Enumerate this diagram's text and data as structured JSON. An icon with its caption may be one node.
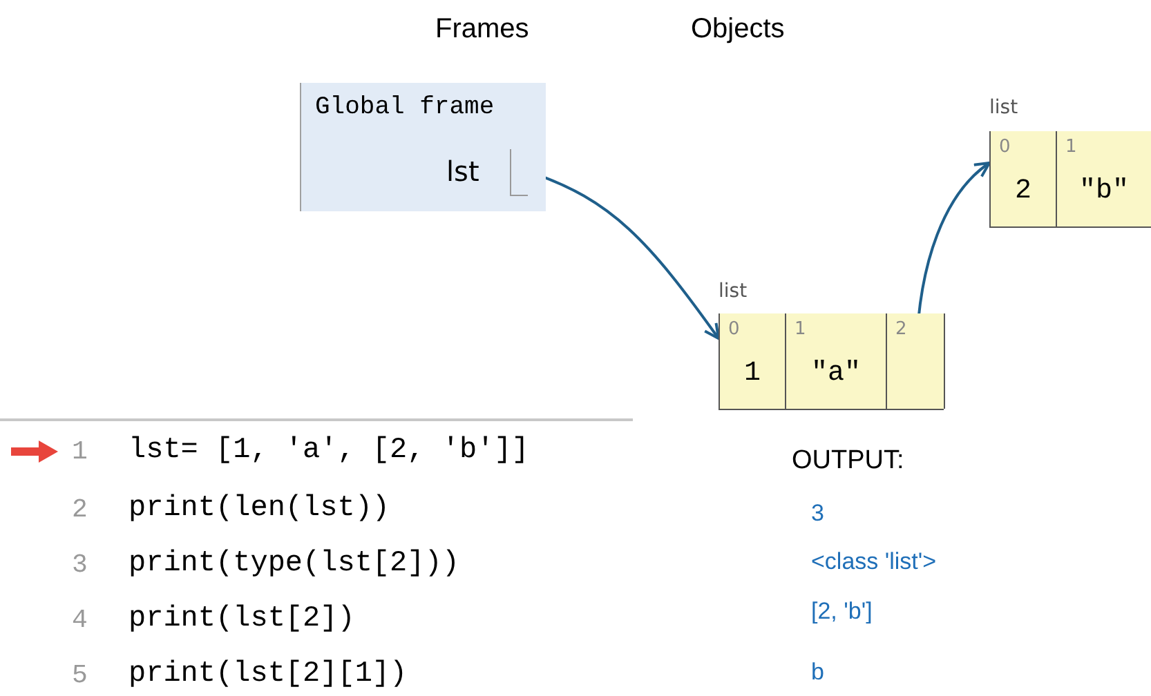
{
  "diagram": {
    "nodes": [
      {
        "text": [
          "Global frame"
        ]
      },
      {
        "text": [
          "lst"
        ],
        "in": 0
      },
      {
        "text": [
          "list"
        ]
      },
      {
        "text": [
          "0",
          "1"
        ],
        "in": 2
      },
      {
        "text": [
          "1",
          "\"a\""
        ],
        "in": 2
      },
      {
        "text": [
          "2"
        ],
        "in": 2
      },
      {
        "text": [
          "list"
        ]
      },
      {
        "text": [
          "0",
          "2"
        ],
        "in": 6
      },
      {
        "text": [
          "1",
          "\"b\""
        ],
        "in": 6
      }
    ],
    "edges": [
      {
        "from": 1,
        "to": 2,
        "arrow": "to"
      },
      {
        "from": 5,
        "to": 6,
        "arrow": "to"
      }
    ],
    "labels": [
      "Frames",
      "Objects",
      "1",
      "lst= [1, 'a', [2, 'b']]",
      "2",
      "print(len(lst))",
      "3",
      "print(type(lst[2]))",
      "4",
      "print(lst[2])",
      "5",
      "print(lst[2][1])",
      "OUTPUT:",
      "3",
      "<class 'list'>",
      "[2, 'b']",
      "b"
    ]
  }
}
